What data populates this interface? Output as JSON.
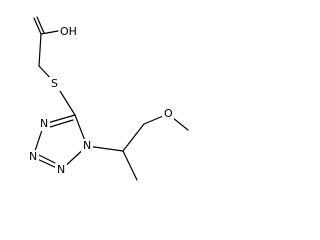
{
  "molecule": {
    "atoms": {
      "oh": "OH",
      "s": "S",
      "o_ether": "O",
      "n_ring_1": "N",
      "n_ring_2": "N",
      "n_ring_3": "N",
      "n_ring_4": "N"
    },
    "colors": {
      "bond": "#000000",
      "text": "#000000",
      "background": "#ffffff"
    }
  }
}
